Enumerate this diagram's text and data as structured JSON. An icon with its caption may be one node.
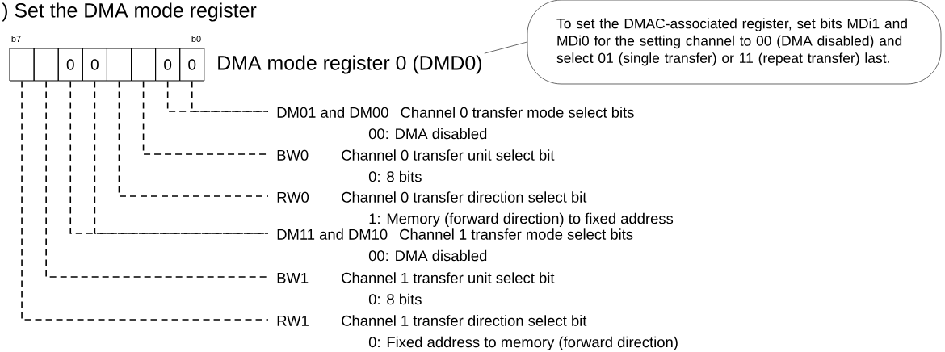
{
  "diagram": {
    "nodes": [
      {
        "text": [],
        "shape": "box"
      },
      {
        "text": [],
        "shape": "box"
      },
      {
        "text": [
          "0"
        ]
      },
      {
        "text": [
          "0"
        ]
      },
      {
        "text": [],
        "shape": "box"
      },
      {
        "text": [],
        "shape": "box"
      },
      {
        "text": [
          "0"
        ]
      },
      {
        "text": [
          "0"
        ]
      },
      {
        "text": [
          "DMA mode register 0 (DMD0)"
        ]
      },
      {
        "text": [
          "To set the DMAC-associated register, set bits MDi1 and MDi0 for the setting channel to 00 (DMA disabled) and select 01 (single transfer) or 11 (repeat transfer) last."
        ]
      },
      {
        "text": [
          "DM01 and DM00",
          "Channel 0 transfer mode select bits",
          "00: DMA disabled"
        ]
      },
      {
        "text": [
          "BW0",
          "Channel 0 transfer unit select bit",
          "0: 8 bits"
        ]
      },
      {
        "text": [
          "RW0",
          "Channel 0 transfer direction select bit",
          "1: Memory (forward direction) to fixed address"
        ]
      },
      {
        "text": [
          "DM11 and DM10",
          "Channel 1 transfer mode select bits",
          "00: DMA disabled"
        ]
      },
      {
        "text": [
          "BW1",
          "Channel 1 transfer unit select bit",
          "0: 8 bits"
        ]
      },
      {
        "text": [
          "RW1",
          "Channel 1 transfer direction select bit",
          "0: Fixed address to memory (forward direction)"
        ]
      }
    ],
    "edges": [
      {
        "from": 9,
        "to": 8,
        "arrow": "none"
      },
      {
        "from": 7,
        "to": 10,
        "arrow": "none",
        "style": "dashed"
      },
      {
        "from": 6,
        "to": 10,
        "arrow": "none",
        "style": "dashed"
      },
      {
        "from": 5,
        "to": 11,
        "arrow": "none",
        "style": "dashed"
      },
      {
        "from": 4,
        "to": 12,
        "arrow": "none",
        "style": "dashed"
      },
      {
        "from": 3,
        "to": 13,
        "arrow": "none",
        "style": "dashed"
      },
      {
        "from": 2,
        "to": 13,
        "arrow": "none",
        "style": "dashed"
      },
      {
        "from": 1,
        "to": 14,
        "arrow": "none",
        "style": "dashed"
      },
      {
        "from": 0,
        "to": 15,
        "arrow": "none",
        "style": "dashed"
      }
    ],
    "labels": [
      ") Set the DMA mode register",
      "b7",
      "b0"
    ]
  }
}
